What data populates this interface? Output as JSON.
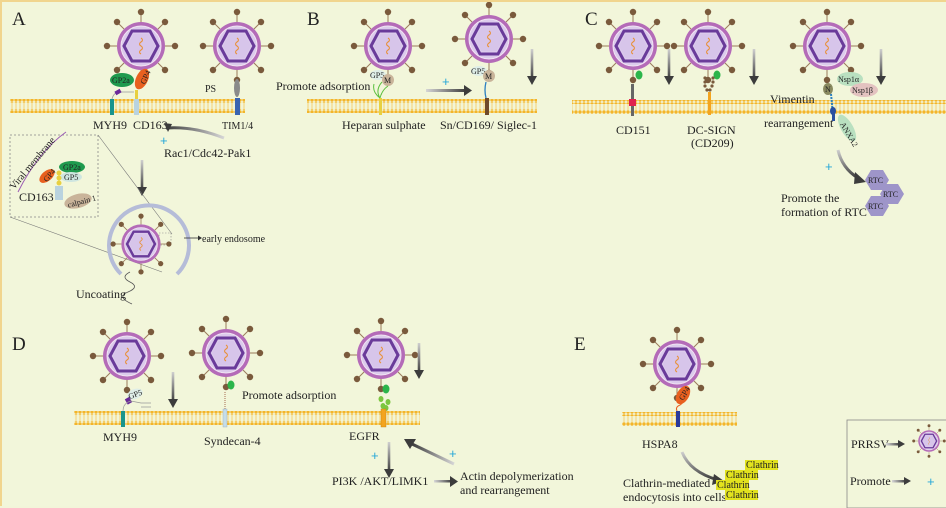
{
  "colors": {
    "background": "#f2f6da",
    "virus_envelope": "#b46bb8",
    "virus_core": "#dccbec",
    "capsid": "#6a3b9a",
    "spike": "#7a5a3c",
    "rna": "#e8913a",
    "membrane_head": "#f3b52a",
    "promote_plus": "#27a8d8",
    "arrow": "#555555",
    "clathrin_highlight": "#e2e21e",
    "gp2a": "#1f9a4e",
    "gp4": "#e8601f",
    "rtc": "#9e95c9"
  },
  "panels": {
    "A": {
      "letter": "A",
      "receptors": [
        "MYH9",
        "CD163",
        "TIM1/4"
      ],
      "proteins": [
        "GP2a",
        "GP4",
        "PS"
      ],
      "regulator": "Rac1/Cdc42-Pak1",
      "inset": {
        "viral_membrane": "Viral membrane",
        "gp2a": "GP2a",
        "gp4": "GP4",
        "gp5": "GP5",
        "cd163": "CD163",
        "calpain": "calpain 1"
      },
      "early_endosome": "early endosome",
      "uncoating": "Uncoating"
    },
    "B": {
      "letter": "B",
      "promote_adsorption": "Promote adsorption",
      "receptors": [
        "Heparan sulphate",
        "Sn/CD169/ Siglec-1"
      ],
      "proteins": [
        "GP5",
        "M"
      ]
    },
    "C": {
      "letter": "C",
      "receptors": [
        "CD151",
        "DC-SIGN",
        "(CD209)"
      ],
      "question": "?",
      "vimentin": "Vimentin",
      "rearrangement": "rearrangement",
      "proteins": [
        "N",
        "Nsp1α",
        "Nsp1β",
        "ANXA2"
      ],
      "rtc_labels": [
        "RTC",
        "RTC",
        "RTC"
      ],
      "promote_rtc": [
        "Promote the",
        "formation of RTC"
      ]
    },
    "D": {
      "letter": "D",
      "receptors": [
        "MYH9",
        "Syndecan-4",
        "EGFR"
      ],
      "gp5": "GP5",
      "promote_adsorption": "Promote adsorption",
      "pathway": "PI3K /AKT/LIMK1",
      "actin": [
        "Actin depolymerization",
        "and rearrangement"
      ]
    },
    "E": {
      "letter": "E",
      "receptor": "HSPA8",
      "gp4": "GP4",
      "clathrin_text": [
        "Clathrin-mediated",
        "endocytosis into cells"
      ],
      "clathrin_tags": [
        "Clathrin",
        "Clathrin",
        "Clathrin",
        "Clathrin"
      ]
    }
  },
  "legend": {
    "virus_label": "PRRSV",
    "promote_label": "Promote",
    "plus": "+"
  }
}
